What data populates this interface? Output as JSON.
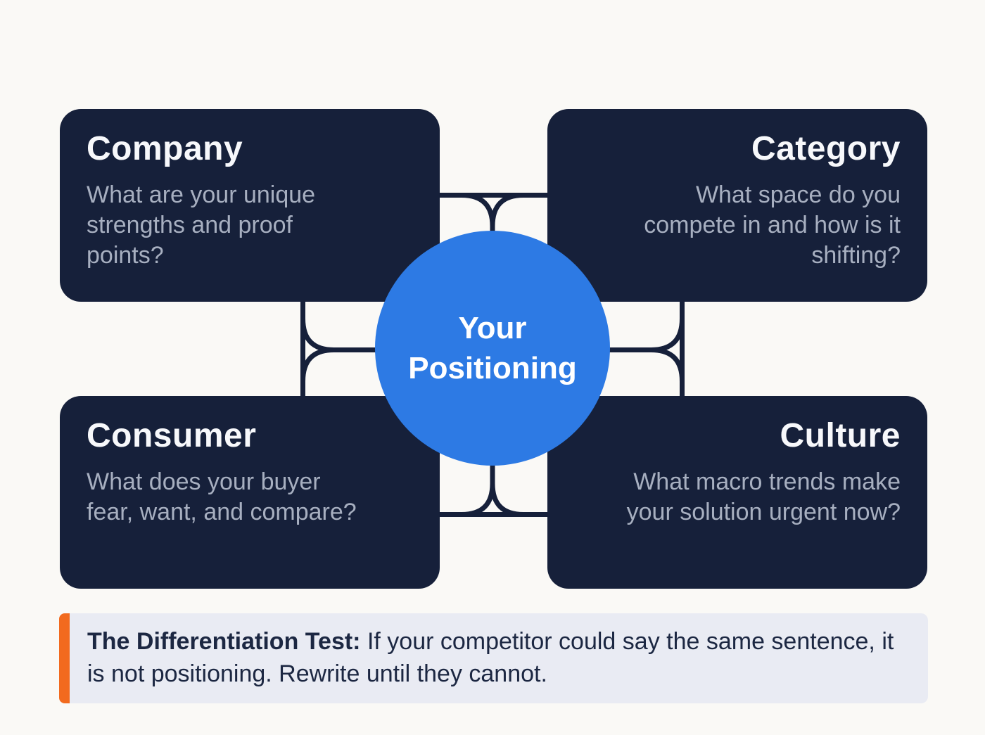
{
  "cards": [
    {
      "title": "Company",
      "question": "What are your unique\nstrengths and proof\npoints?"
    },
    {
      "title": "Category",
      "question": "What space do you\ncompete in and how is it\nshifting?"
    },
    {
      "title": "Consumer",
      "question": "What does your buyer\nfear, want, and compare?"
    },
    {
      "title": "Culture",
      "question": "What macro trends make\nyour solution urgent now?"
    }
  ],
  "center": {
    "label": "Your\nPositioning"
  },
  "callout": {
    "lead": "The Differentiation Test:",
    "text": "If your competitor could say the same sentence, it is not positioning. Rewrite until they cannot."
  },
  "colors": {
    "background": "#faf9f6",
    "card_navy": "#16203a",
    "card_body_text": "#a7afc0",
    "circle_blue": "#2d7ae4",
    "connector": "#16203a",
    "callout_background": "#e9ebf3",
    "callout_accent_orange": "#f26a1e",
    "callout_text": "#1c2742"
  }
}
